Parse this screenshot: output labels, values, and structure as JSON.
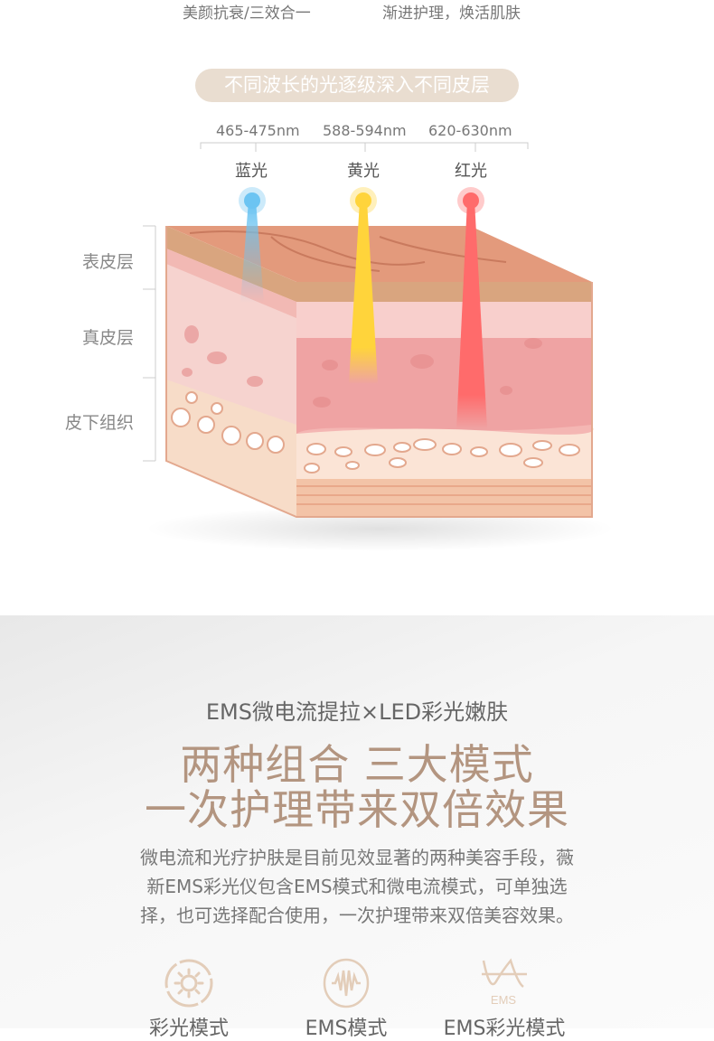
{
  "top_captions": [
    "美颜抗衰/三效合一",
    "渐进护理，焕活肌肤"
  ],
  "pill_title": "不同波长的光逐级深入不同皮层",
  "lights": [
    {
      "wavelength": "465-475nm",
      "name": "蓝光",
      "color": "#6cc4f2"
    },
    {
      "wavelength": "588-594nm",
      "name": "黄光",
      "color": "#ffd43b"
    },
    {
      "wavelength": "620-630nm",
      "name": "红光",
      "color": "#ff6b6b"
    }
  ],
  "layers": [
    "表皮层",
    "真皮层",
    "皮下组织"
  ],
  "section2": {
    "subtitle": "EMS微电流提拉×LED彩光嫩肤",
    "headline": [
      "两种组合 三大模式",
      "一次护理带来双倍效果"
    ],
    "paragraph": [
      "微电流和光疗护肤是目前见效显著的两种美容手段，薇",
      "新EMS彩光仪包含EMS模式和微电流模式，可单独选",
      "择，也可选择配合使用，一次护理带来双倍美容效果。"
    ],
    "modes": [
      {
        "label": "彩光模式",
        "icon": "sun-icon"
      },
      {
        "label": "EMS模式",
        "icon": "wave-circle-icon"
      },
      {
        "label": "EMS彩光模式",
        "icon": "sine-wave-icon",
        "icon_text": "EMS"
      }
    ],
    "accent": "#b39580"
  }
}
